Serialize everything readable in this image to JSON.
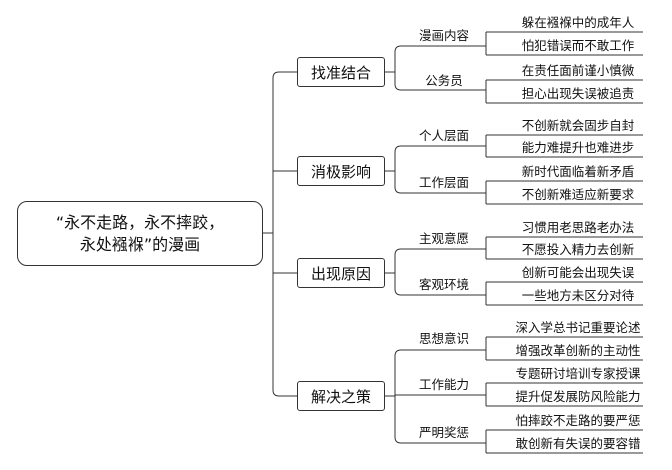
{
  "root": {
    "line1": "“永不走路，永不摔跤，",
    "line2": "永处襁褓”的漫画"
  },
  "branches": [
    {
      "label": "找准结合",
      "subs": [
        {
          "label": "漫画内容",
          "leaves": [
            "躲在襁褓中的成年人",
            "怕犯错误而不敢工作"
          ]
        },
        {
          "label": "公务员",
          "leaves": [
            "在责任面前谨小慎微",
            "担心出现失误被追责"
          ]
        }
      ]
    },
    {
      "label": "消极影响",
      "subs": [
        {
          "label": "个人层面",
          "leaves": [
            "不创新就会固步自封",
            "能力难提升也难进步"
          ]
        },
        {
          "label": "工作层面",
          "leaves": [
            "新时代面临着新矛盾",
            "不创新难适应新要求"
          ]
        }
      ]
    },
    {
      "label": "出现原因",
      "subs": [
        {
          "label": "主观意愿",
          "leaves": [
            "习惯用老思路老办法",
            "不愿投入精力去创新"
          ]
        },
        {
          "label": "客观环境",
          "leaves": [
            "创新可能会出现失误",
            "一些地方未区分对待"
          ]
        }
      ]
    },
    {
      "label": "解决之策",
      "subs": [
        {
          "label": "思想意识",
          "leaves": [
            "深入学总书记重要论述",
            "增强改革创新的主动性"
          ]
        },
        {
          "label": "工作能力",
          "leaves": [
            "专题研讨培训专家授课",
            "提升促发展防风险能力"
          ]
        },
        {
          "label": "严明奖惩",
          "leaves": [
            "怕摔跤不走路的要严惩",
            "敢创新有失误的要容错"
          ]
        }
      ]
    }
  ]
}
